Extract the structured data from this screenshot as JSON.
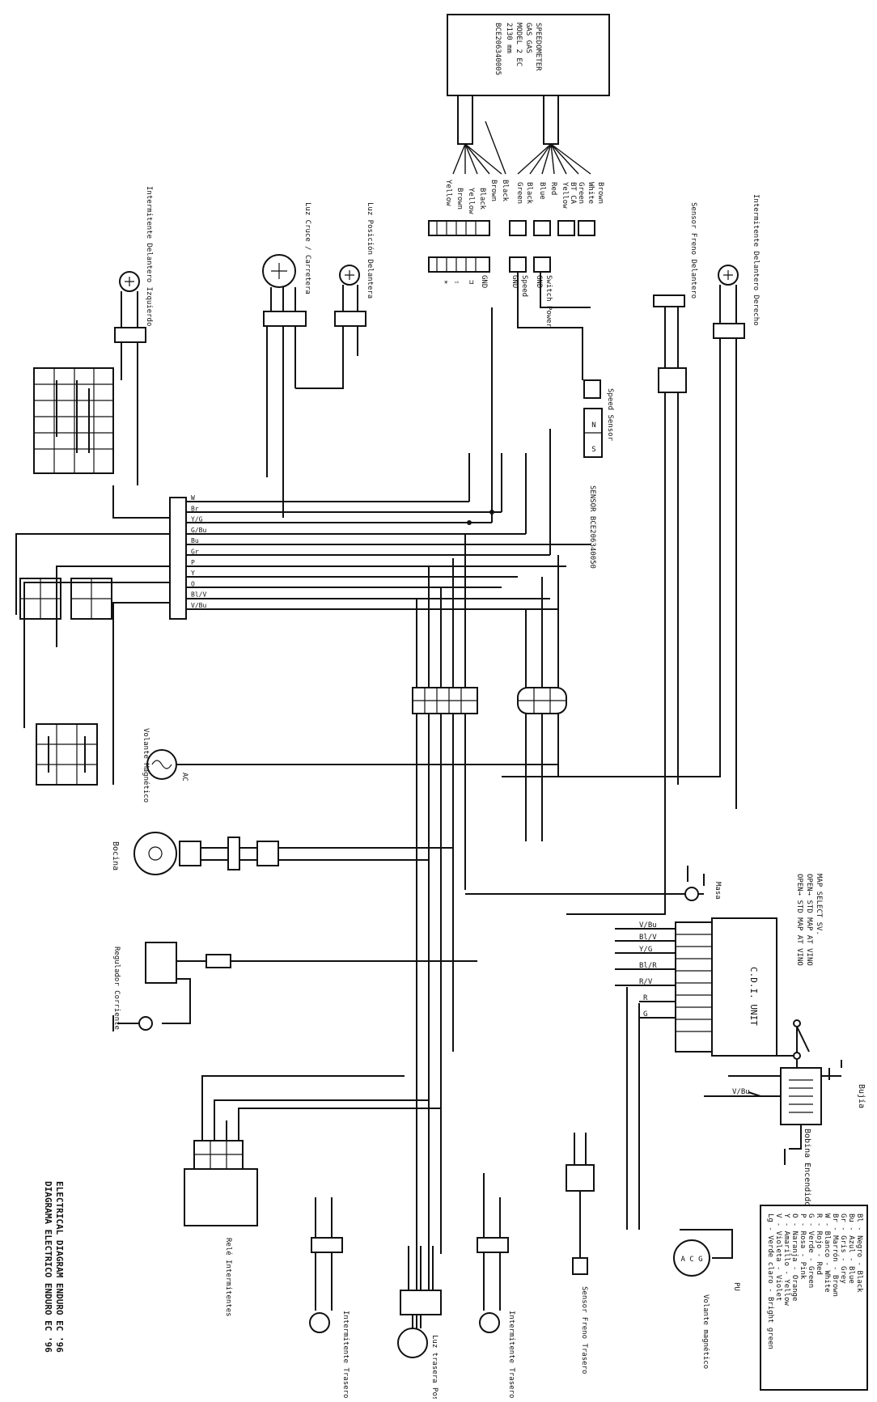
{
  "title": {
    "line1": "DIAGRAMA ELECTRICO ENDURO EC '96",
    "line2": "ELECTRICAL DIAGRAM ENDURO EC '96"
  },
  "speedometer": {
    "lines": [
      "SPEEDOMETER",
      "GAS GAS",
      "MODEL 2 EC",
      "2130 mm",
      "BCE206340005"
    ],
    "wires_left": [
      "Yellow",
      "Brown",
      "Yellow",
      "Black",
      "Brown",
      "Black"
    ],
    "wires_right": [
      "Green",
      "Black",
      "Blue",
      "Red",
      "Yellow",
      "BT CA",
      "Green",
      "White",
      "Brown"
    ],
    "connector_left": [
      "GND",
      "⊐",
      "⇧",
      "☀"
    ],
    "connector_right": [
      "Switch Power",
      "GND",
      "Speed",
      "GND"
    ]
  },
  "speed_sensor": {
    "label": "Speed Sensor",
    "poles": [
      "N",
      "S"
    ],
    "code": "SENSOR BCE206340050"
  },
  "components": {
    "int_del_izq": "Intermitente Delantero Izquierdo",
    "luz_cruce": "Luz Cruce / Carretera",
    "luz_posicion": "Luz Posición Delantera",
    "sensor_freno_del": "Sensor Freno Delantero",
    "int_del_der": "Intermitente Delantero Derecho",
    "volante_ac": "Volante Magnético",
    "ac": "AC",
    "bocina": "Bocina",
    "regulador": "Regulador Corriente",
    "masa": "Masa",
    "cdi": "C.D.I. UNIT",
    "map_select": [
      "MAP SELECT SV.",
      "OPEN→ STD MAP AT VINO",
      "OPEN→ STD MAP AT VINO"
    ],
    "bujia": "Bujía",
    "bobina": "Bobina Encendido",
    "rele": "Relé Intermitentes",
    "int_tras_izq": "Intermitente Trasero Izquierdo",
    "luz_trasera": "Luz trasera Posición / Freno",
    "int_tras_der": "Intermitente Trasero Derecho",
    "sensor_freno_tras": "Sensor Freno Trasero",
    "volante_acg": "Volante magnético",
    "acg": "A C G",
    "pu": "PU"
  },
  "bus_labels": [
    "W",
    "Br",
    "Y/G",
    "G/Bu",
    "Bu",
    "Gr",
    "P",
    "Y",
    "O",
    "Bl/V",
    "V/Bu"
  ],
  "cdi_pins": [
    "V/Bu",
    "Bl/V",
    "Y/G",
    "Bl/R",
    "R/V",
    "R",
    "G"
  ],
  "legend": [
    "Bl - Negro - Black",
    "Bu - Azul - Blue",
    "Gr - Gris - Grey",
    "Br - Marrón - Brown",
    "W - Blanco - White",
    "R - Rojo - Red",
    "G - Verde - Green",
    "P - Rosa - Pink",
    "O - Naranja - Orange",
    "Y - Amarillo - Yellow",
    "V - Violeta - Violet",
    "Lg - Verde claro - Bright green"
  ]
}
